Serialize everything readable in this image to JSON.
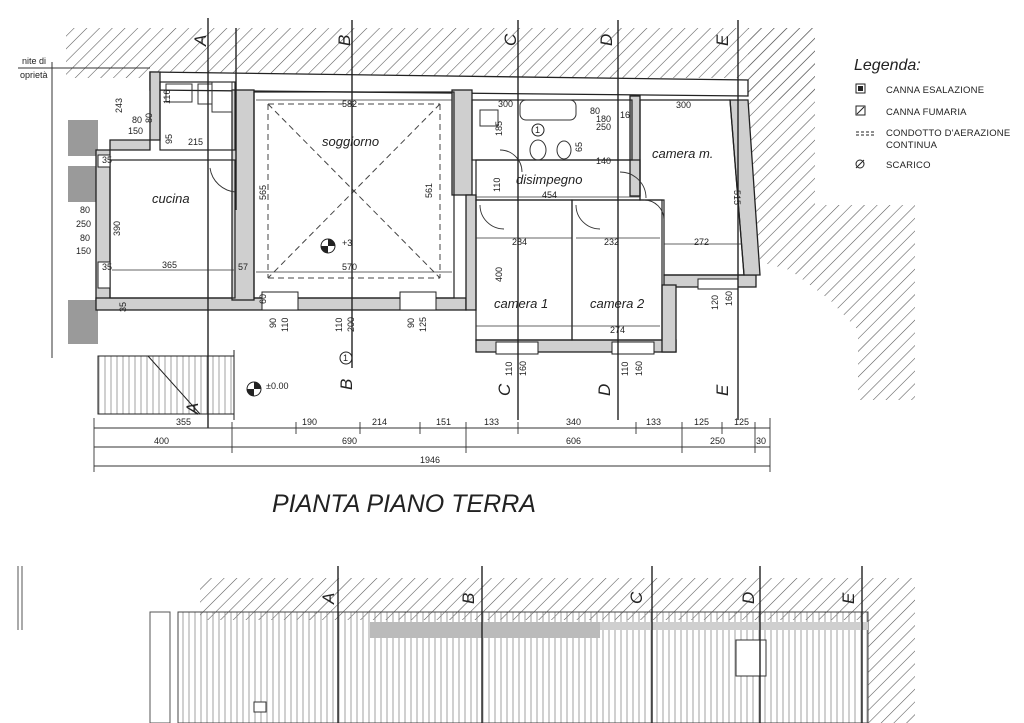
{
  "plan_title": "PIANTA PIANO TERRA",
  "property_line_note": [
    "nite di",
    "oprietà"
  ],
  "legend": {
    "title": "Legenda:",
    "items": [
      {
        "icon": "filled-square-icon",
        "text": "CANNA ESALAZIONE"
      },
      {
        "icon": "hatched-square-icon",
        "text": "CANNA FUMARIA"
      },
      {
        "icon": "dashed-line-icon",
        "text": "CONDOTTO D'AERAZIONE",
        "text2": "CONTINUA"
      },
      {
        "icon": "drain-icon",
        "text": "SCARICO"
      }
    ]
  },
  "rooms": {
    "cucina": "cucina",
    "soggiorno": "soggiorno",
    "disimpegno": "disimpegno",
    "camera_m": "camera m.",
    "camera1": "camera 1",
    "camera2": "camera 2"
  },
  "section_axes": [
    "A",
    "B",
    "C",
    "D",
    "E"
  ],
  "levels": {
    "soggiorno": "+3",
    "outside": "±0.00"
  },
  "markers": {
    "circle1": "1"
  },
  "dims": {
    "d243": "243",
    "d80a": "80",
    "d150a": "150",
    "d116": "116",
    "d80b": "80",
    "d95": "95",
    "d215": "215",
    "d582": "582",
    "d565": "565",
    "d561": "561",
    "d570": "570",
    "d57": "57",
    "d365": "365",
    "d390": "390",
    "d80c": "80",
    "d250": "250",
    "d80d": "80",
    "d150b": "150",
    "d35a": "35",
    "d35b": "35",
    "d35c": "35",
    "d60": "60",
    "d90a": "90",
    "d110a": "110",
    "d110b": "110",
    "d200": "200",
    "d90b": "90",
    "d125a": "125",
    "d300a": "300",
    "d185": "185",
    "d80e": "80",
    "d65": "65",
    "d140": "140",
    "d110c": "110",
    "d454": "454",
    "d300b": "300",
    "d515": "515",
    "d284": "284",
    "d232": "232",
    "d272": "272",
    "d400a": "400",
    "d274": "274",
    "d120": "120",
    "d160a": "160",
    "d110d": "110",
    "d160b": "160",
    "d110e": "110",
    "d160c": "160",
    "d250b": "250",
    "d180": "180",
    "d16": "16",
    "b1": [
      "355",
      "190",
      "214",
      "151",
      "133",
      "340",
      "133",
      "125",
      "125"
    ],
    "b2": [
      "400",
      "690",
      "606",
      "250",
      "30"
    ],
    "b3": "1946"
  }
}
